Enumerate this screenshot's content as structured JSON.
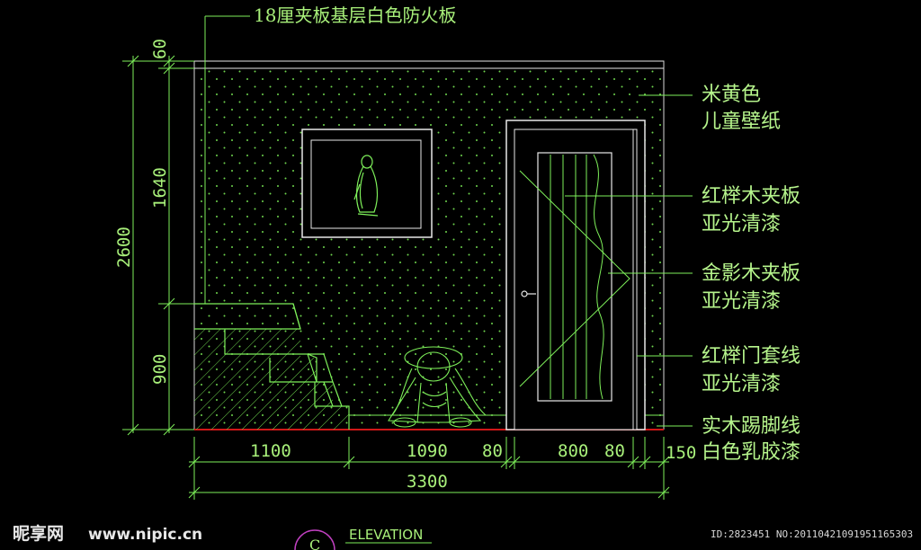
{
  "top_label": "18厘夹板基层白色防火板",
  "callouts": [
    {
      "line1": "米黄色",
      "line2": "儿童壁纸"
    },
    {
      "line1": "红榉木夹板",
      "line2": "亚光清漆"
    },
    {
      "line1": "金影木夹板",
      "line2": "亚光清漆"
    },
    {
      "line1": "红榉门套线",
      "line2": "亚光清漆"
    },
    {
      "line1": "实木踢脚线",
      "line2": "白色乳胶漆"
    }
  ],
  "vertical_dims": {
    "top": "60",
    "middle": "1640",
    "overall": "2600",
    "bottom": "900"
  },
  "horizontal_dims": {
    "stairs": "1100",
    "wall": "1090",
    "gap1": "80",
    "door": "800",
    "gap2": "80",
    "end": "150",
    "total": "3300"
  },
  "view_title": "ELEVATION",
  "view_marker": "C",
  "watermark": {
    "site_cn": "昵享网",
    "url": "www.nipic.cn",
    "id_line": "ID:2823451 NO:20110421091951165303"
  },
  "colors": {
    "line": "#7ef05a",
    "text": "#a8f07a",
    "floor": "#d01818",
    "frame": "#e8e8e8",
    "marker": "#c040c0"
  }
}
